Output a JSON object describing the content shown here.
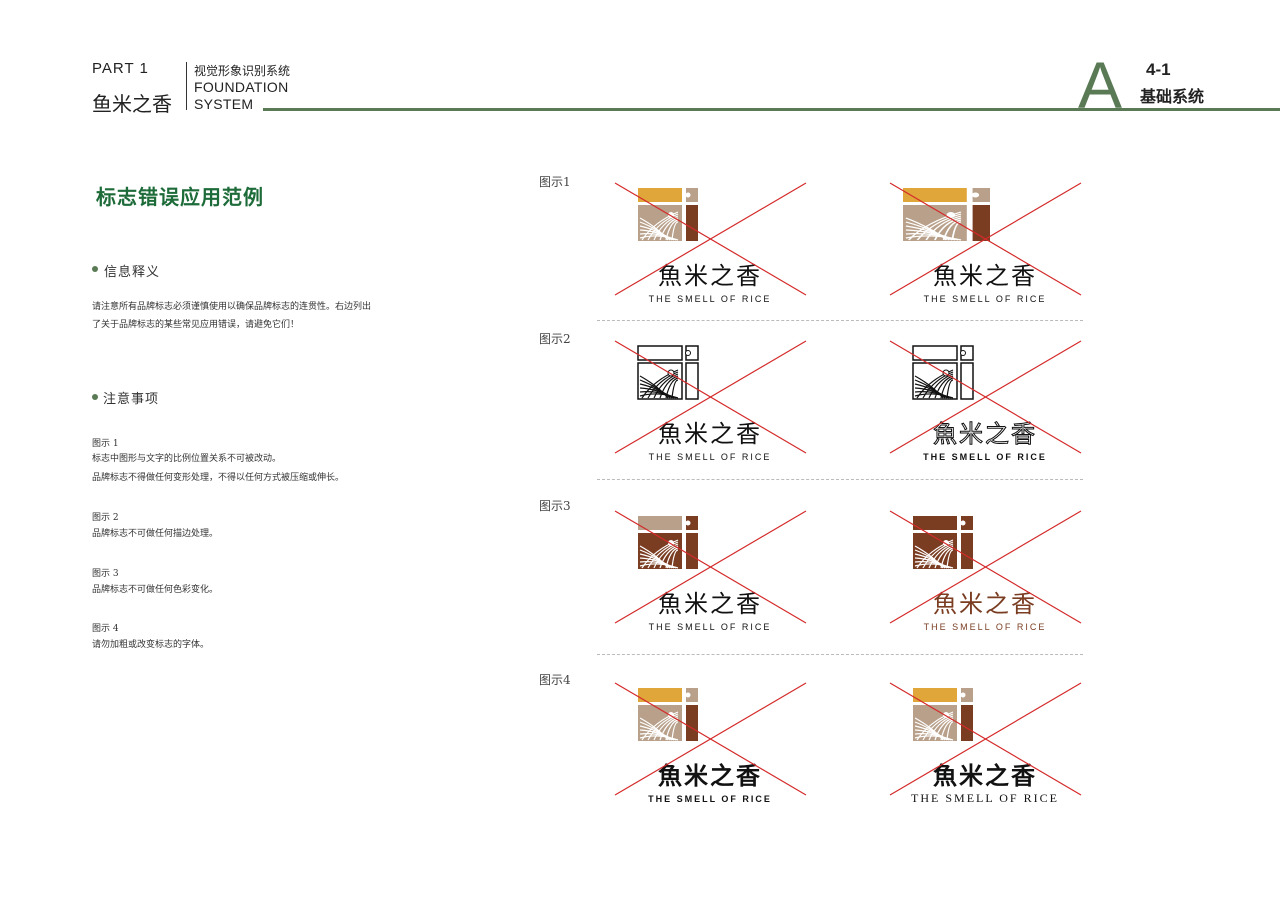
{
  "header": {
    "part_label": "PART 1",
    "brand_name": "鱼米之香",
    "system_cn": "视觉形象识别系统",
    "system_en_line1": "FOUNDATION",
    "system_en_line2": "SYSTEM",
    "section_letter": "A",
    "section_number": "4-1",
    "section_title": "基础系统",
    "accent_color": "#5a7a55"
  },
  "page": {
    "title": "标志错误应用范例",
    "title_color": "#1e6b3a",
    "info_heading": "信息释义",
    "info_body_line1": "请注意所有品牌标志必须谨慎使用以确保品牌标志的连贯性。右边列出",
    "info_body_line2": "了关于品牌标志的某些常见应用错误，请避免它们！",
    "notes_heading": "注意事项",
    "notes": [
      {
        "label": "图示 1",
        "lines": [
          "标志中图形与文字的比例位置关系不可被改动。",
          "品牌标志不得做任何变形处理，不得以任何方式被压缩或伸长。"
        ]
      },
      {
        "label": "图示 2",
        "lines": [
          "品牌标志不可做任何描边处理。"
        ]
      },
      {
        "label": "图示 3",
        "lines": [
          "品牌标志不可做任何色彩变化。"
        ]
      },
      {
        "label": "图示 4",
        "lines": [
          "请勿加粗或改变标志的字体。"
        ]
      }
    ]
  },
  "examples": {
    "figure_labels": [
      "图示1",
      "图示2",
      "图示3",
      "图示4"
    ],
    "logo_cn": "魚米之香",
    "logo_en": "THE SMELL OF RICE",
    "cross_color": "#d42a2a",
    "colors": {
      "gold": "#e0a63a",
      "tan": "#b8a08a",
      "brown": "#7a3d22",
      "dark": "#111111"
    }
  }
}
